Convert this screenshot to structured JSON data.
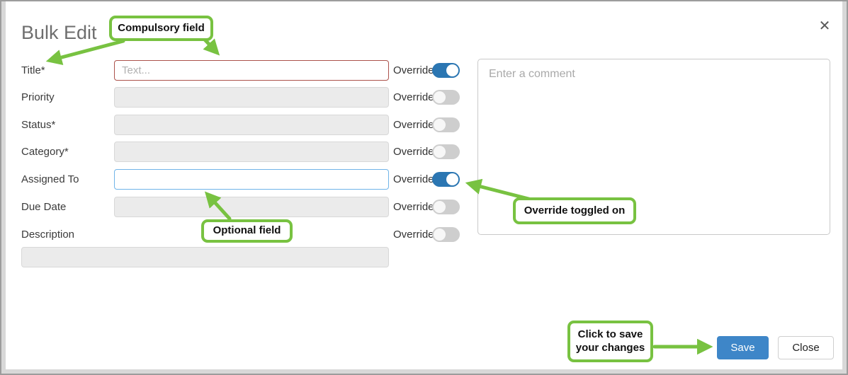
{
  "dialog": {
    "title": "Bulk Edit",
    "close_icon": "✕"
  },
  "override_label": "Override",
  "fields": [
    {
      "label": "Title*",
      "placeholder": "Text...",
      "state": "error",
      "override": true
    },
    {
      "label": "Priority",
      "state": "disabled",
      "override": false
    },
    {
      "label": "Status*",
      "state": "disabled",
      "override": false
    },
    {
      "label": "Category*",
      "state": "disabled",
      "override": false
    },
    {
      "label": "Assigned To",
      "state": "focused",
      "override": true
    },
    {
      "label": "Due Date",
      "state": "disabled",
      "override": false
    },
    {
      "label": "Description",
      "state": "disabled",
      "override": false
    }
  ],
  "comment": {
    "placeholder": "Enter a comment"
  },
  "buttons": {
    "save": "Save",
    "close": "Close"
  },
  "annotations": {
    "compulsory": "Compulsory field",
    "optional": "Optional field",
    "override_on": "Override toggled on",
    "save_line1": "Click to save",
    "save_line2": "your changes"
  },
  "colors": {
    "annotation_green": "#78c241",
    "toggle_on_blue": "#2b76b2",
    "save_button_blue": "#3e86c8",
    "error_border_red": "#ac524b",
    "focus_border_blue": "#70b4e8"
  }
}
